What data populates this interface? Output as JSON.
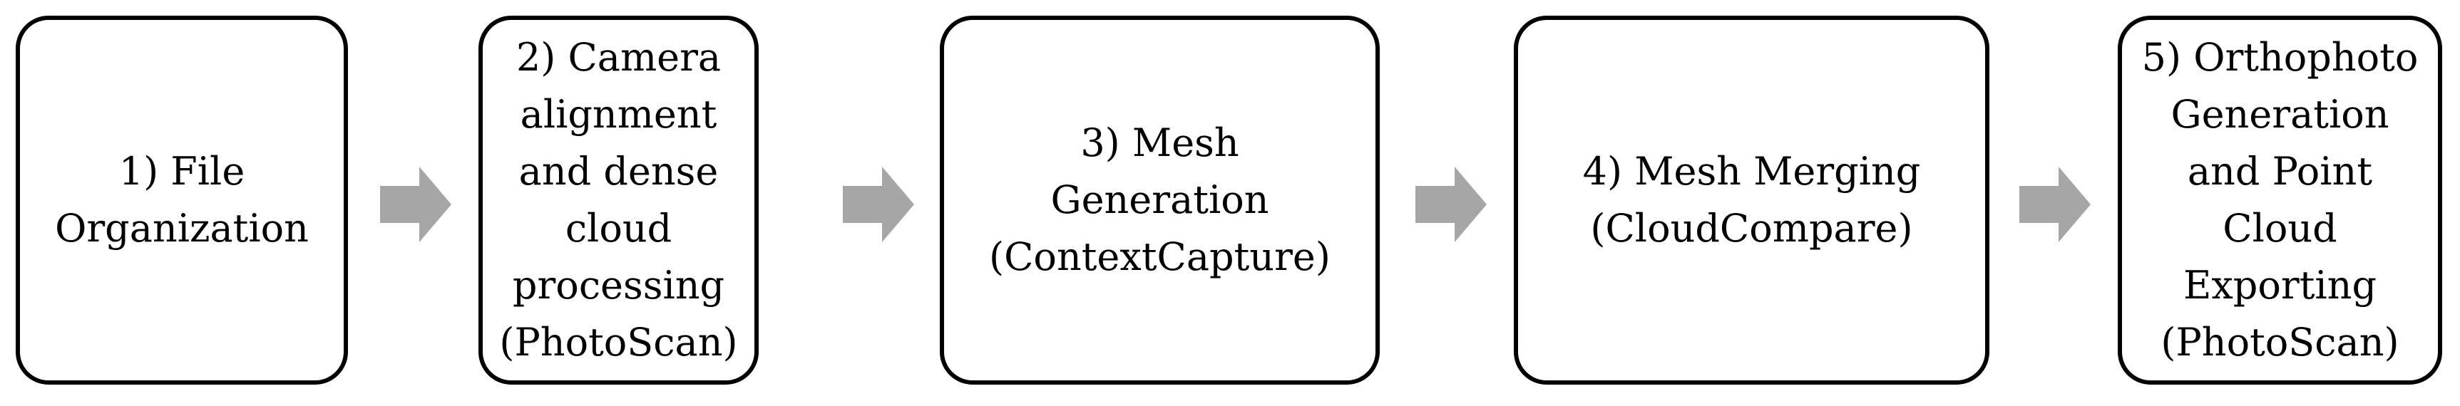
{
  "steps": [
    {
      "label": "1) File\nOrganization"
    },
    {
      "label": "2) Camera\nalignment\nand dense\ncloud\nprocessing\n(PhotoScan)"
    },
    {
      "label": "3) Mesh\nGeneration\n(ContextCapture)"
    },
    {
      "label": "4) Mesh Merging\n(CloudCompare)"
    },
    {
      "label": "5) Orthophoto\nGeneration\nand Point\nCloud\nExporting\n(PhotoScan)"
    }
  ],
  "colors": {
    "box_border": "#000000",
    "arrow_fill": "#a6a6a6",
    "text": "#000000"
  },
  "icons": {
    "connector": "right-arrow-icon"
  }
}
